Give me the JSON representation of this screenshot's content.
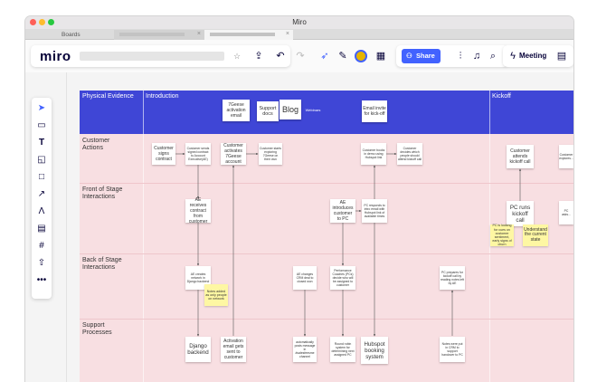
{
  "window": {
    "title": "Miro"
  },
  "tabs": [
    {
      "label": "Boards"
    },
    {
      "label": ""
    },
    {
      "label": ""
    }
  ],
  "toolbar": {
    "logo": "miro",
    "share_label": "Share",
    "meeting_label": "Meeting"
  },
  "icons": {
    "star": "star-icon",
    "upload": "upload-icon",
    "undo": "undo-icon",
    "redo": "redo-icon",
    "reactions": "reactions-icon",
    "cursor_hide": "pen-icon",
    "apps": "apps-icon",
    "settings": "settings-icon",
    "bell": "bell-icon",
    "search": "search-icon",
    "lightning": "lightning-icon",
    "notes": "notes-icon"
  },
  "left_tools": [
    "select-tool",
    "templates-tool",
    "text-tool",
    "sticky-note-tool",
    "shape-tool",
    "connector-tool",
    "pen-tool",
    "comment-tool",
    "frame-tool",
    "upload-tool",
    "more-tools"
  ],
  "board": {
    "header": {
      "physical_evidence": "Physical Evidence",
      "introduction": "Introduction",
      "kickoff": "Kickoff"
    },
    "rows": [
      {
        "label": "Customer Actions"
      },
      {
        "label": "Front of Stage Interactions"
      },
      {
        "label": "Back of Stage Interactions"
      },
      {
        "label": "Support Processes"
      }
    ],
    "header_cards": [
      {
        "text": "7Geese activation email"
      },
      {
        "text": "Support docs"
      },
      {
        "text": "Blog"
      },
      {
        "text": "Webinars"
      },
      {
        "text": "Email invite for kick-off"
      }
    ],
    "cards": [
      {
        "text": "Customer signs contract"
      },
      {
        "text": "Customer sends signed contract to Account Executive(AE)"
      },
      {
        "text": "Customer activates 7Geese account"
      },
      {
        "text": "Customer starts exploring 7Geese on their own"
      },
      {
        "text": "Customer books in demo using Hubspot link"
      },
      {
        "text": "Customer decides which people should attend kickoff call"
      },
      {
        "text": "Customer attends kickoff call"
      },
      {
        "text": "Customer explores..."
      },
      {
        "text": "AE receives contract from customer"
      },
      {
        "text": "AE introduces customer to PC"
      },
      {
        "text": "PC responds to intro email with Hubspot link of available times"
      },
      {
        "text": "PC runs kickoff call"
      },
      {
        "text": "PC asks..."
      },
      {
        "text": "AE creates network in Django backend"
      },
      {
        "text": "AE changes CRM deal to closed won"
      },
      {
        "text": "Performance Coaches (PCs) decide who will be assigned to customer"
      },
      {
        "text": "PC prepares for kickoff call by reading notes left by AE"
      },
      {
        "text": "Django backend"
      },
      {
        "text": "Activation email gets sent to customer"
      },
      {
        "text": "automatically posts message in #salesfeesme channel"
      },
      {
        "text": "Round robin system for determining next assigned PC"
      },
      {
        "text": "Hubspot booking system"
      },
      {
        "text": "Notes were put in CRM to support handover to PC"
      }
    ],
    "stickies": [
      {
        "text": "Notes added as only people on network"
      },
      {
        "text": "PC is looking for cues on customer sentiment, early signs of churn"
      },
      {
        "text": "Understand the current state"
      }
    ]
  }
}
